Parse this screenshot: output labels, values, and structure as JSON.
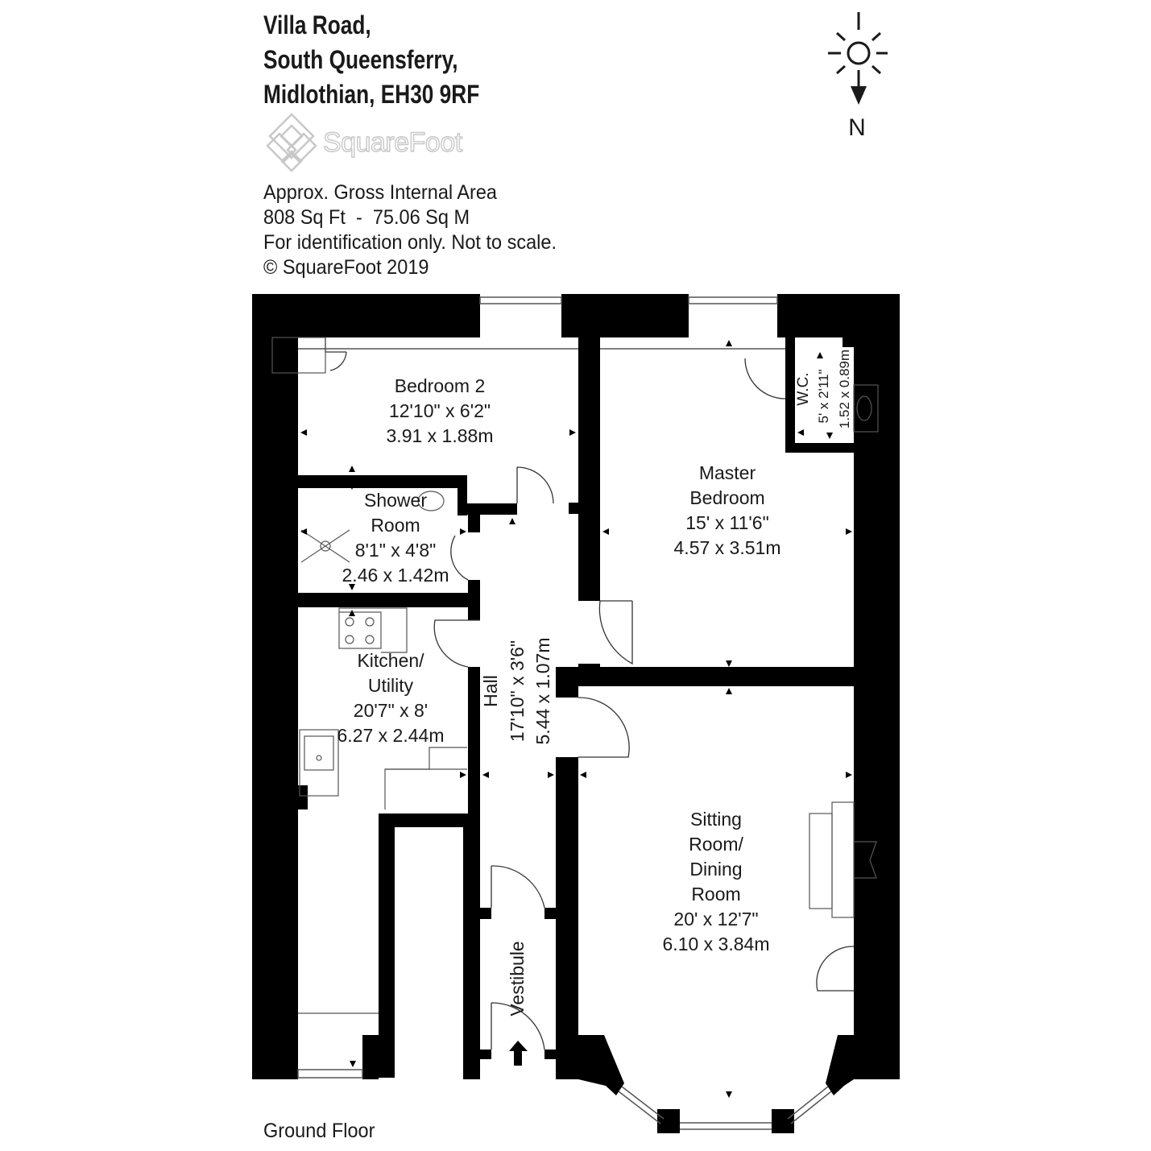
{
  "address": {
    "line1": "Villa Road,",
    "line2": "South Queensferry,",
    "line3": "Midlothian, EH30 9RF"
  },
  "logo": {
    "text": "SquareFoot"
  },
  "info": {
    "line1": "Approx. Gross Internal Area",
    "line2": "808 Sq Ft  -  75.06 Sq M",
    "line3": "For identification only. Not to scale.",
    "line4": "© SquareFoot 2019"
  },
  "compass": {
    "north_label": "N"
  },
  "rooms": {
    "bedroom2": {
      "name": "Bedroom 2",
      "imperial": "12'10\" x 6'2\"",
      "metric": "3.91 x 1.88m"
    },
    "shower": {
      "name1": "Shower",
      "name2": "Room",
      "imperial": "8'1\" x 4'8\"",
      "metric": "2.46 x 1.42m"
    },
    "kitchen": {
      "name1": "Kitchen/",
      "name2": "Utility",
      "imperial": "20'7\" x 8'",
      "metric": "6.27 x 2.44m"
    },
    "hall": {
      "name": "Hall",
      "imperial": "17'10\" x 3'6\"",
      "metric": "5.44 x 1.07m"
    },
    "vestibule": {
      "name": "Vestibule"
    },
    "master": {
      "name1": "Master",
      "name2": "Bedroom",
      "imperial": "15' x 11'6\"",
      "metric": "4.57 x 3.51m"
    },
    "wc": {
      "name": "W.C.",
      "imperial": "5' x 2'11\"",
      "metric": "1.52 x 0.89m"
    },
    "sitting": {
      "name1": "Sitting",
      "name2": "Room/",
      "name3": "Dining",
      "name4": "Room",
      "imperial": "20' x 12'7\"",
      "metric": "6.10 x 3.84m"
    }
  },
  "floor": {
    "label": "Ground Floor"
  },
  "colors": {
    "wall": "#000000",
    "logo": "#c8c8c8",
    "text": "#1a1a1a"
  }
}
